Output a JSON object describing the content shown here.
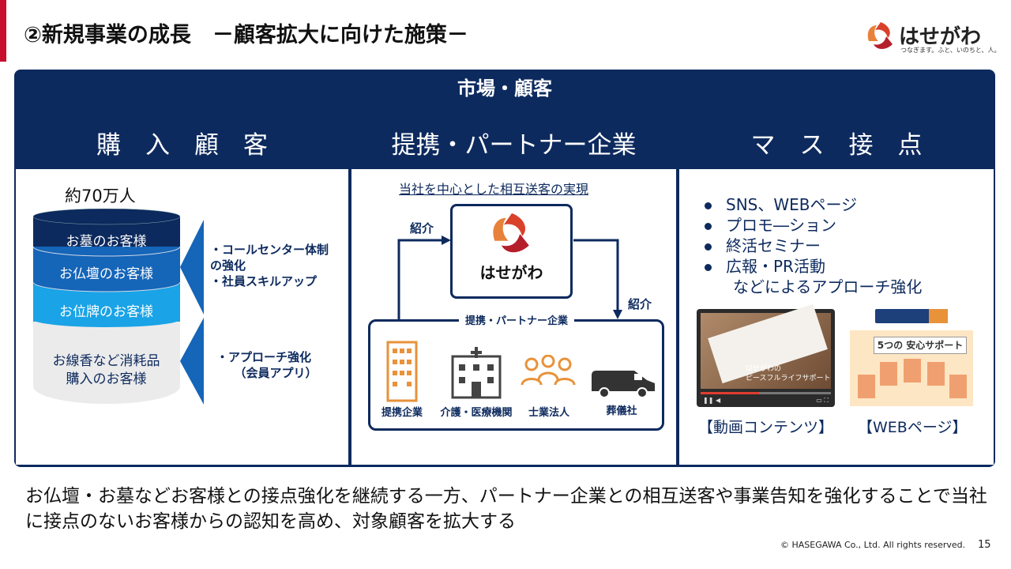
{
  "title": "②新規事業の成長　－顧客拡大に向けた施策－",
  "logo": {
    "name": "はせがわ",
    "tagline": "つなぎます。ふと、いのちと、人。"
  },
  "market_label": "市場・顧客",
  "columns": [
    {
      "header": "購　入　顧　客"
    },
    {
      "header": "提携・パートナー企業"
    },
    {
      "header": "マ　ス　接　点"
    }
  ],
  "customers": {
    "total": "約70万人",
    "layers": [
      "お墓のお客様",
      "お仏壇のお客様",
      "お位牌のお客様",
      "お線香など消耗品\n購入のお客様"
    ],
    "measures": [
      "・コールセンター体制\nの強化\n・社員スキルアップ",
      "・アプローチ強化\n　　（会員アプリ）"
    ]
  },
  "partners": {
    "caption": "当社を中心とした相互送客の実現",
    "center": "はせがわ",
    "referral_left": "紹介",
    "referral_right": "紹介",
    "box_label": "提携・パートナー企業",
    "items": [
      "提携企業",
      "介護・医療機関",
      "士業法人",
      "葬儀社"
    ]
  },
  "mass": {
    "bullets": [
      "SNS、WEBページ",
      "プロモ―ション",
      "終活セミナー",
      "広報・PR活動"
    ],
    "suffix": "などによるアプローチ強化",
    "video_label": "【動画コンテンツ】",
    "video_caption": "はせがわの\nピースフルライフサポート",
    "web_label": "【WEBページ】",
    "web_caption": "5つの 安心サポート"
  },
  "footer": "お仏壇・お墓などお客様との接点強化を継続する一方、パートナー企業との相互送客や事業告知を強化することで当社に接点のないお客様からの認知を高め、対象顧客を拡大する",
  "copyright": "© HASEGAWA Co., Ltd. All rights reserved.",
  "page_number": "15"
}
